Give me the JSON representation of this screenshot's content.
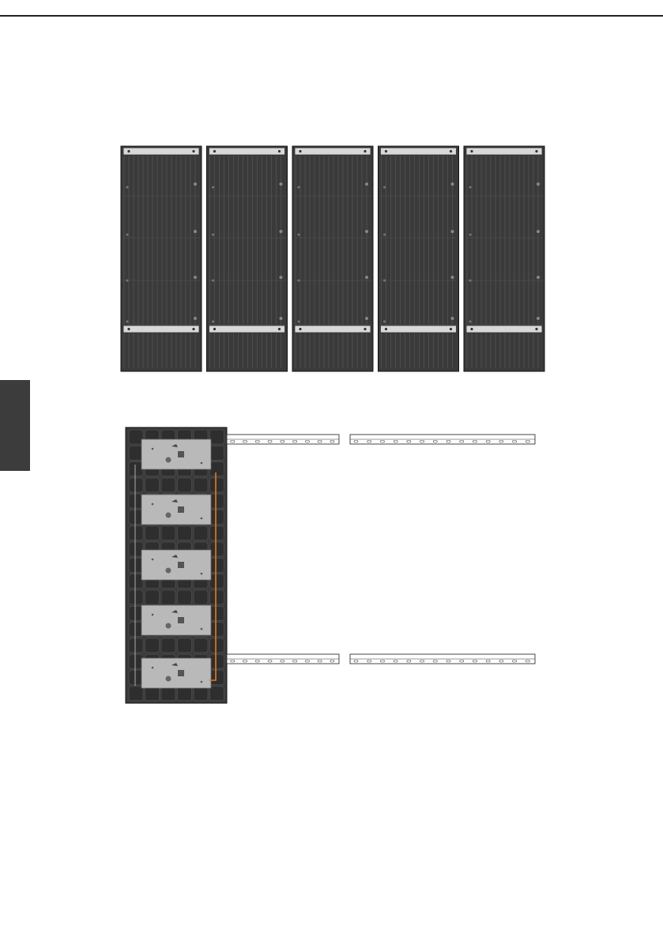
{
  "page": {
    "figures": [
      {
        "id": "cabinets-front-row",
        "panel_count": 5
      },
      {
        "id": "cabinet-column-with-rails",
        "module_count": 5,
        "rails_per_bracket": 2
      }
    ]
  },
  "colors": {
    "cabinet_fill": "#3a3a3a",
    "cabinet_stripe": "#4d4d4d",
    "bracket_fill": "#d8d8d8",
    "module_plate": "#b9b9b9",
    "cable_orange": "#e07b22",
    "edge_tab": "#3c3c3c"
  },
  "icons": [
    "cabinet-panel-icon",
    "mounting-bracket-icon",
    "rail-icon",
    "cable-icon"
  ]
}
